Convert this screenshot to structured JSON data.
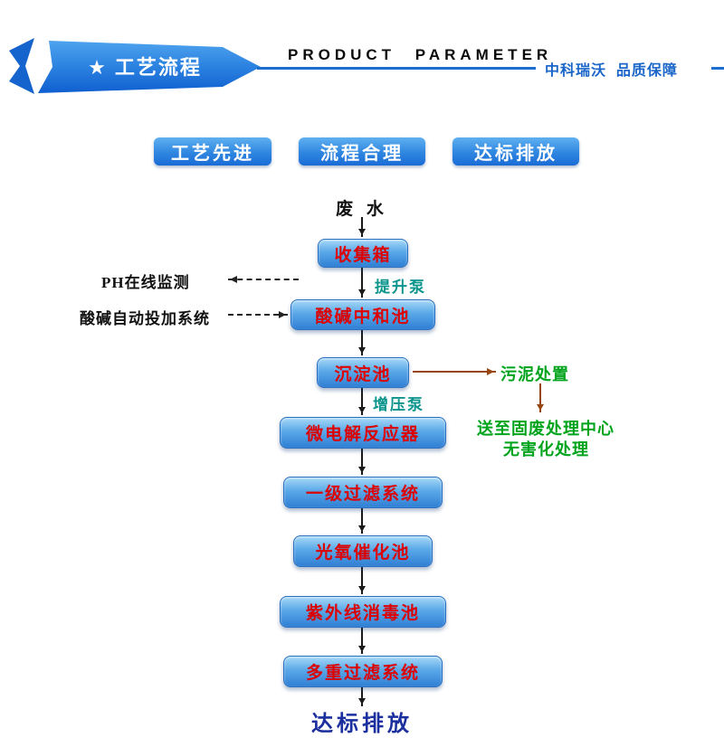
{
  "header": {
    "banner_title": "★ 工艺流程",
    "product_parameter": "PRODUCT PARAMETER",
    "brand": "中科瑞沃  品质保障"
  },
  "badges": [
    {
      "label": "工艺先进"
    },
    {
      "label": "流程合理"
    },
    {
      "label": "达标排放"
    }
  ],
  "flow": {
    "start": "废 水",
    "nodes": [
      {
        "label": "收集箱"
      },
      {
        "label": "酸碱中和池"
      },
      {
        "label": "沉淀池"
      },
      {
        "label": "微电解反应器"
      },
      {
        "label": "一级过滤系统"
      },
      {
        "label": "光氧催化池"
      },
      {
        "label": "紫外线消毒池"
      },
      {
        "label": "多重过滤系统"
      }
    ],
    "pump1": "提升泵",
    "pump2": "增压泵",
    "end": "达标排放"
  },
  "annotations": {
    "ph_monitor": "PH在线监测",
    "dosing_system": "酸碱自动投加系统",
    "sludge": "污泥处置",
    "sludge_dest_line1": "送至固废处理中心",
    "sludge_dest_line2": "无害化处理"
  },
  "colors": {
    "banner_blue": "#1a6bd6",
    "node_text_red": "#dd0000",
    "pump_teal": "#0a948c",
    "note_green": "#00a41c",
    "sludge_arrow_brown": "#97460f",
    "brand_blue": "#1b66c9",
    "end_blue": "#1b2f9e"
  }
}
